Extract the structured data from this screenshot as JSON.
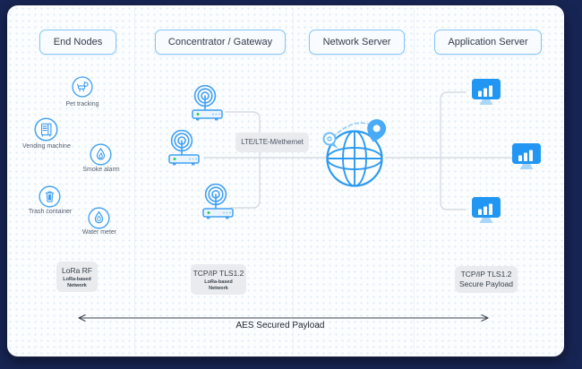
{
  "window": {
    "bg_color": "#172554",
    "card_bg": "#fbfdff"
  },
  "columns": [
    {
      "header": "End Nodes"
    },
    {
      "header": "Concentrator / Gateway"
    },
    {
      "header": "Network Server"
    },
    {
      "header": "Application Server"
    }
  ],
  "end_nodes": {
    "devices": [
      {
        "label": "Pet tracking",
        "icon": "pet-tracking-icon"
      },
      {
        "label": "Vending machine",
        "icon": "vending-machine-icon"
      },
      {
        "label": "Smoke alarm",
        "icon": "smoke-alarm-icon"
      },
      {
        "label": "Trash container",
        "icon": "trash-container-icon"
      },
      {
        "label": "Water meter",
        "icon": "water-meter-icon"
      }
    ],
    "protocol_box": {
      "title": "LoRa RF",
      "subtitle_line1": "LoRa-based",
      "subtitle_line2": "Network"
    }
  },
  "gateway": {
    "router_icon": "wifi-router-icon",
    "router_count": 3,
    "link_label": "LTE/LTE-M/ethernet",
    "protocol_box": {
      "title": "TCP/IP TLS1.2",
      "subtitle_line1": "LoRa-based",
      "subtitle_line2": "Network"
    }
  },
  "network_server": {
    "icon": "globe-network-icon"
  },
  "application_server": {
    "monitor_icon": "dashboard-monitor-icon",
    "monitor_count": 3,
    "protocol_box": {
      "line1": "TCP/IP TLS1.2",
      "line2": "Secure Payload"
    }
  },
  "footer": {
    "arrow_label": "AES Secured Payload"
  },
  "colors": {
    "accent_blue": "#2e9cf2",
    "icon_blue": "#3d9df1",
    "monitor_blue": "#2196f3",
    "line_gray": "#d7dce2",
    "box_gray": "#e9ebee",
    "navy_bg": "#172554"
  }
}
